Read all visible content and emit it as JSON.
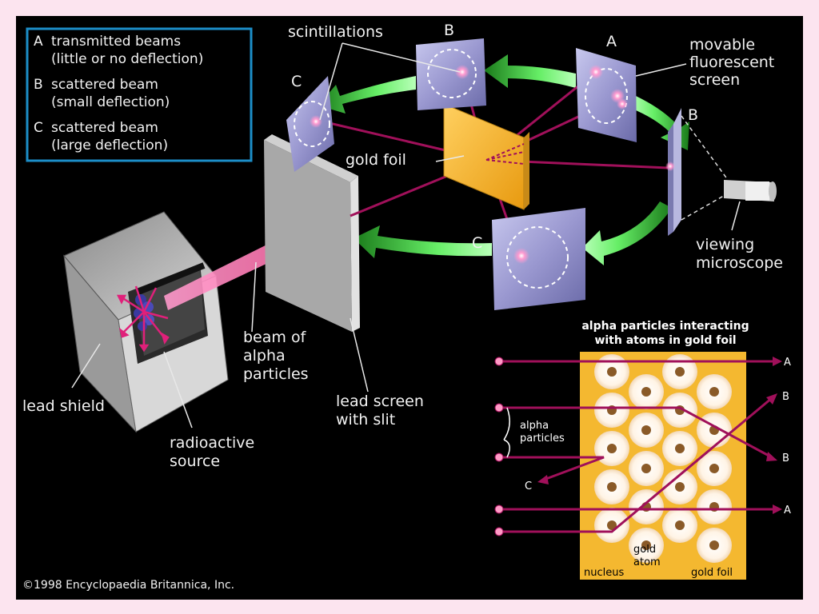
{
  "legend": {
    "items": [
      {
        "letter": "A",
        "line1": "transmitted beams",
        "line2": "(little or no deflection)"
      },
      {
        "letter": "B",
        "line1": "scattered beam",
        "line2": "(small deflection)"
      },
      {
        "letter": "C",
        "line1": "scattered beam",
        "line2": "(large deflection)"
      }
    ]
  },
  "labels": {
    "scintillations": "scintillations",
    "movable_line1": "movable",
    "movable_line2": "fluorescent",
    "movable_line3": "screen",
    "gold_foil": "gold foil",
    "viewing_line1": "viewing",
    "viewing_line2": "microscope",
    "beam_line1": "beam of",
    "beam_line2": "alpha",
    "beam_line3": "particles",
    "lead_screen_line1": "lead screen",
    "lead_screen_line2": "with slit",
    "lead_shield": "lead shield",
    "radio_line1": "radioactive",
    "radio_line2": "source",
    "screen_a": "A",
    "screen_b_top": "B",
    "screen_b_right": "B",
    "screen_c_left": "C",
    "screen_c_bottom": "C"
  },
  "inset": {
    "title_line1": "alpha particles interacting",
    "title_line2": "with atoms in gold foil",
    "alpha_line1": "alpha",
    "alpha_line2": "particles",
    "nucleus": "nucleus",
    "gold_atom_line1": "gold",
    "gold_atom_line2": "atom",
    "gold_foil": "gold foil",
    "out_a1": "A",
    "out_b1": "B",
    "out_b2": "B",
    "out_a2": "A",
    "out_c": "C"
  },
  "copyright": "©1998 Encyclopaedia Britannica, Inc.",
  "colors": {
    "background": "#000000",
    "frame": "#fce4ef",
    "beam": "#a0105a",
    "arrow_green": "#55e055",
    "gold": "#f4b830",
    "legend_border": "#1c8ec8"
  }
}
